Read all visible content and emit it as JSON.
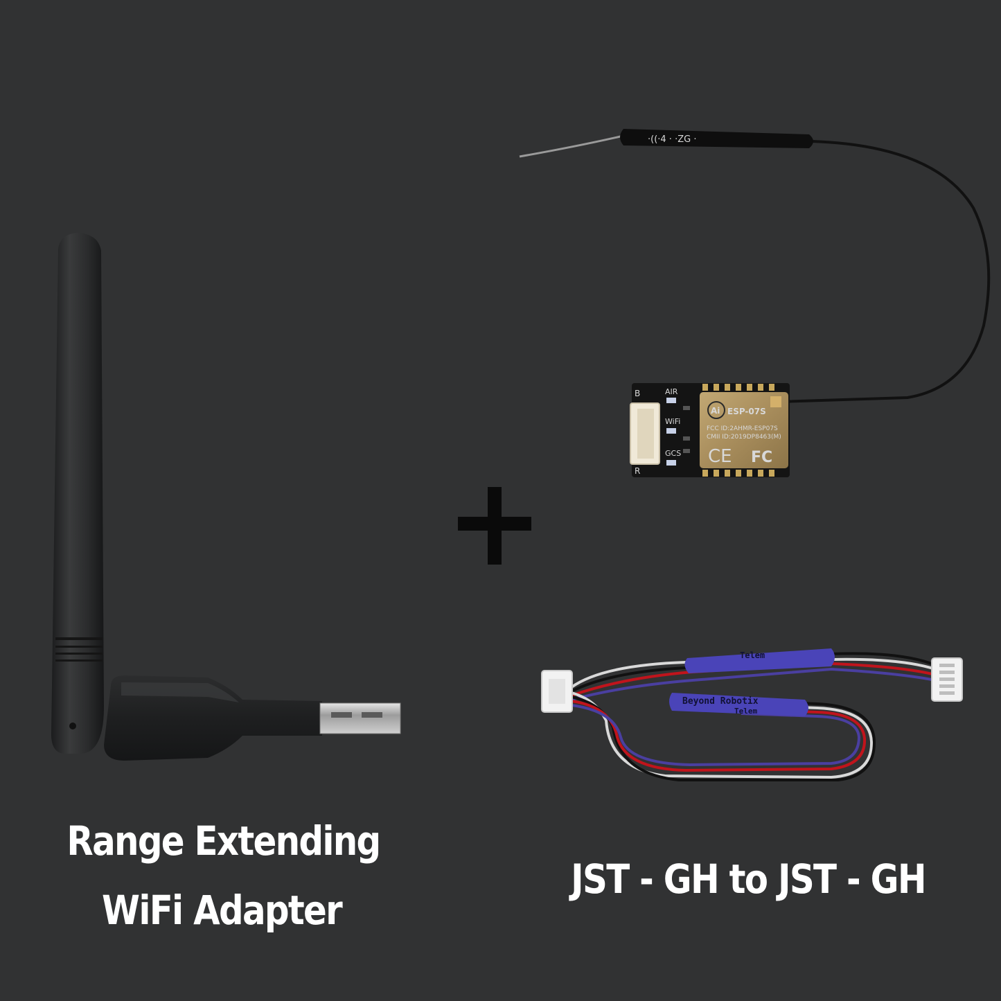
{
  "captions": {
    "adapter_line1": "Range Extending",
    "adapter_line2": "WiFi Adapter",
    "cable": "JST - GH to JST - GH"
  },
  "module": {
    "chip_name": "ESP-07S",
    "fcc_id": "FCC ID:2AHMR-ESP07S",
    "cmii_id": "CMII ID:2019DP8463(M)",
    "logo": "Ai",
    "ce_mark": "CE",
    "fc_mark": "FC",
    "led_air": "AIR",
    "led_wifi": "WiFi",
    "led_gcs": "GCS",
    "pin_b": "B",
    "pin_r": "R"
  },
  "cable_labels": {
    "top_sleeve": "Telem",
    "bottom_sleeve_line1": "Beyond Robotix",
    "bottom_sleeve_line2": "Telem"
  },
  "colors": {
    "background": "#313233",
    "caption": "#ffffff",
    "wire_red": "#c0141c",
    "wire_black": "#111111",
    "wire_white": "#d9d9d9",
    "wire_purple": "#4a3fa0",
    "sleeve": "#4a44b8"
  }
}
